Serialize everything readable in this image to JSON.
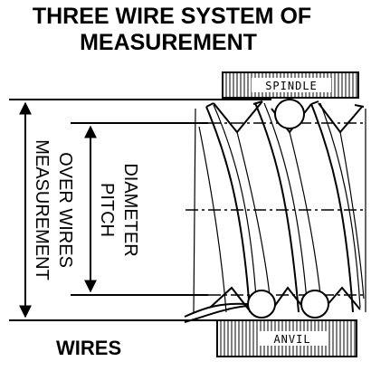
{
  "title": {
    "line1": "THREE WIRE SYSTEM OF",
    "line2": "MEASUREMENT"
  },
  "labels": {
    "measurement_over_wires_line1": "MEASUREMENT",
    "measurement_over_wires_line2": "OVER WIRES",
    "pitch_diameter_line1": "PITCH",
    "pitch_diameter_line2": "DIAMETER",
    "wires": "WIRES",
    "spindle": "SPINDLE",
    "anvil": "ANVIL"
  },
  "colors": {
    "ink": "#000000",
    "background": "#ffffff"
  }
}
